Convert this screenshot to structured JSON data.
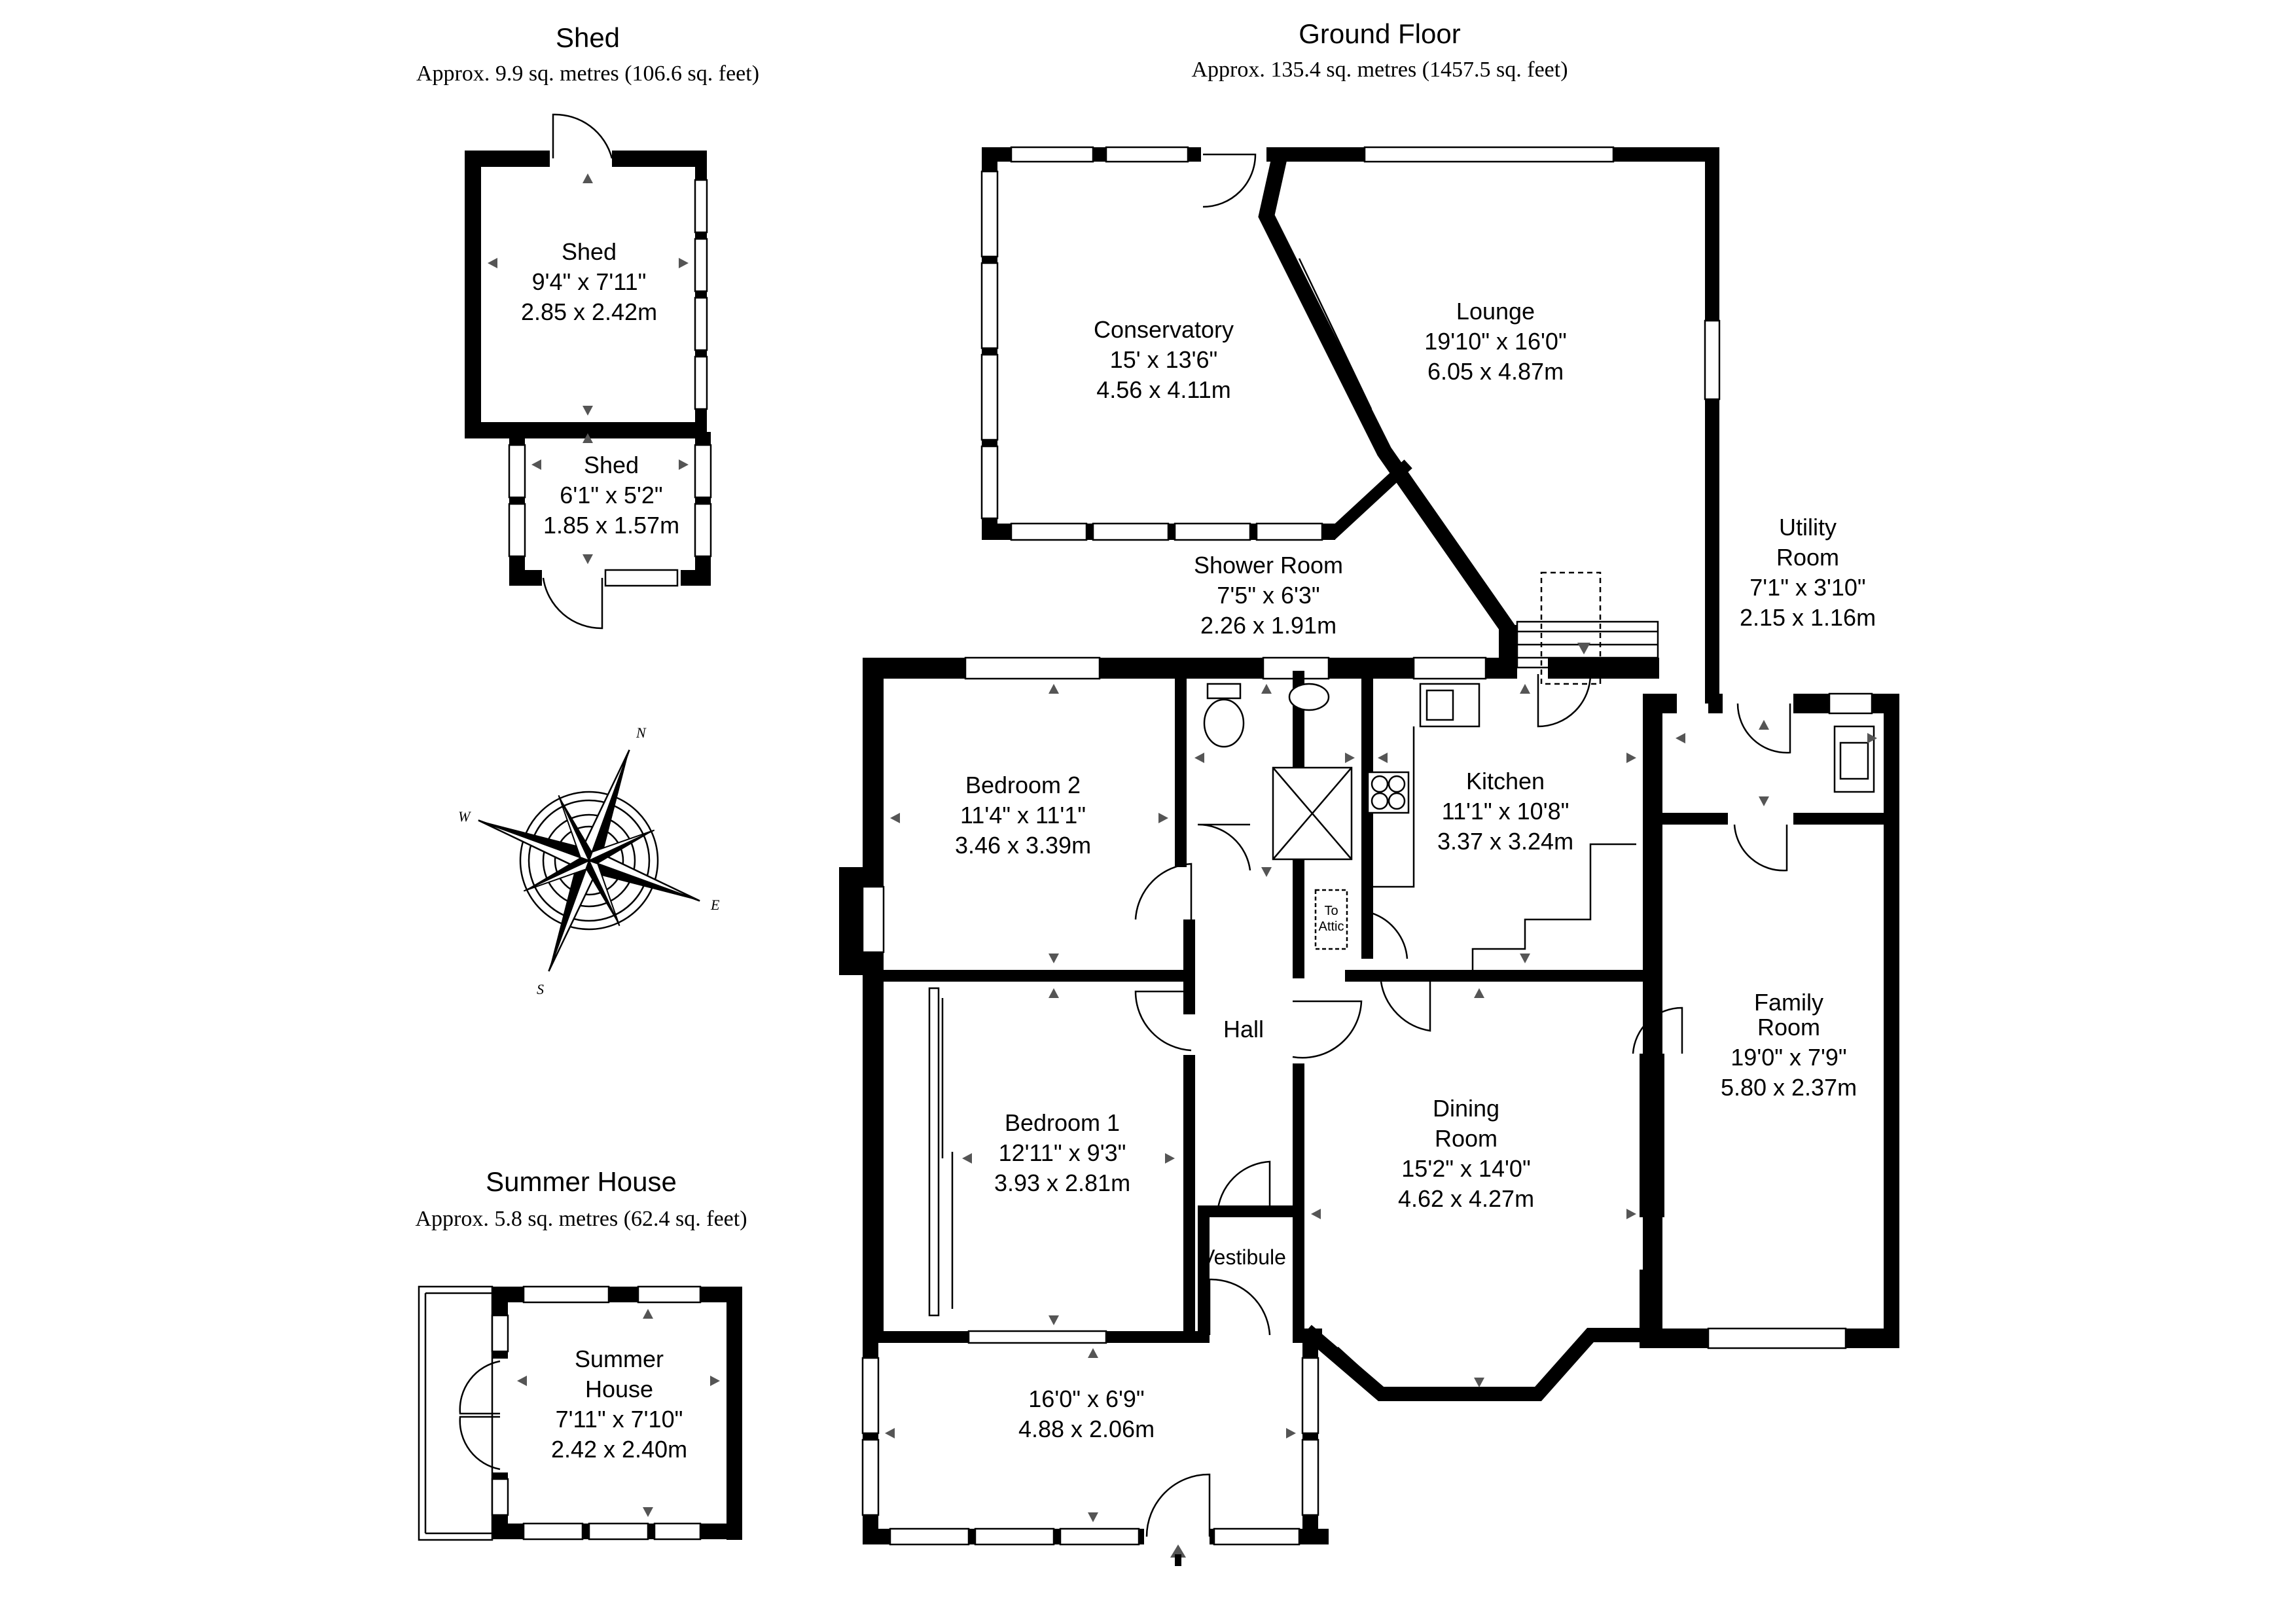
{
  "sections": {
    "shed": {
      "title": "Shed",
      "area": "Approx. 9.9 sq. metres (106.6 sq. feet)"
    },
    "ground_floor": {
      "title": "Ground Floor",
      "area": "Approx. 135.4 sq. metres (1457.5 sq. feet)"
    },
    "summer_house": {
      "title": "Summer House",
      "area": "Approx. 5.8 sq. metres (62.4 sq. feet)"
    }
  },
  "rooms": {
    "shed_main": {
      "name": "Shed",
      "imperial": "9'4\" x 7'11\"",
      "metric": "2.85 x 2.42m"
    },
    "shed_small": {
      "name": "Shed",
      "imperial": "6'1\" x 5'2\"",
      "metric": "1.85 x 1.57m"
    },
    "conservatory": {
      "name": "Conservatory",
      "imperial": "15' x 13'6\"",
      "metric": "4.56 x 4.11m"
    },
    "lounge": {
      "name": "Lounge",
      "imperial": "19'10\" x 16'0\"",
      "metric": "6.05 x 4.87m"
    },
    "shower_room": {
      "name": "Shower Room",
      "imperial": "7'5\" x 6'3\"",
      "metric": "2.26 x 1.91m"
    },
    "utility_room": {
      "name_line1": "Utility",
      "name_line2": "Room",
      "imperial": "7'1\" x 3'10\"",
      "metric": "2.15 x 1.16m"
    },
    "bedroom2": {
      "name": "Bedroom 2",
      "imperial": "11'4\" x 11'1\"",
      "metric": "3.46 x 3.39m"
    },
    "kitchen": {
      "name": "Kitchen",
      "imperial": "11'1\" x 10'8\"",
      "metric": "3.37 x 3.24m"
    },
    "to_attic": {
      "line1": "To",
      "line2": "Attic"
    },
    "hall": {
      "name": "Hall"
    },
    "family_room": {
      "name_line1": "Family",
      "name_line2": "Room",
      "imperial": "19'0\" x 7'9\"",
      "metric": "5.80 x 2.37m"
    },
    "bedroom1": {
      "name": "Bedroom 1",
      "imperial": "12'11\" x 9'3\"",
      "metric": "3.93 x 2.81m"
    },
    "dining_room": {
      "name_line1": "Dining",
      "name_line2": "Room",
      "imperial": "15'2\" x 14'0\"",
      "metric": "4.62 x 4.27m"
    },
    "vestibule": {
      "name": "Vestibule"
    },
    "porch": {
      "imperial": "16'0\" x 6'9\"",
      "metric": "4.88 x 2.06m"
    },
    "summer_house_room": {
      "name_line1": "Summer",
      "name_line2": "House",
      "imperial": "7'11\" x 7'10\"",
      "metric": "2.42 x 2.40m"
    }
  },
  "compass": {
    "n": "N",
    "s": "S",
    "e": "E",
    "w": "W"
  },
  "colors": {
    "wall": "#000000",
    "background": "#ffffff",
    "dimension_arrow": "#555555"
  }
}
